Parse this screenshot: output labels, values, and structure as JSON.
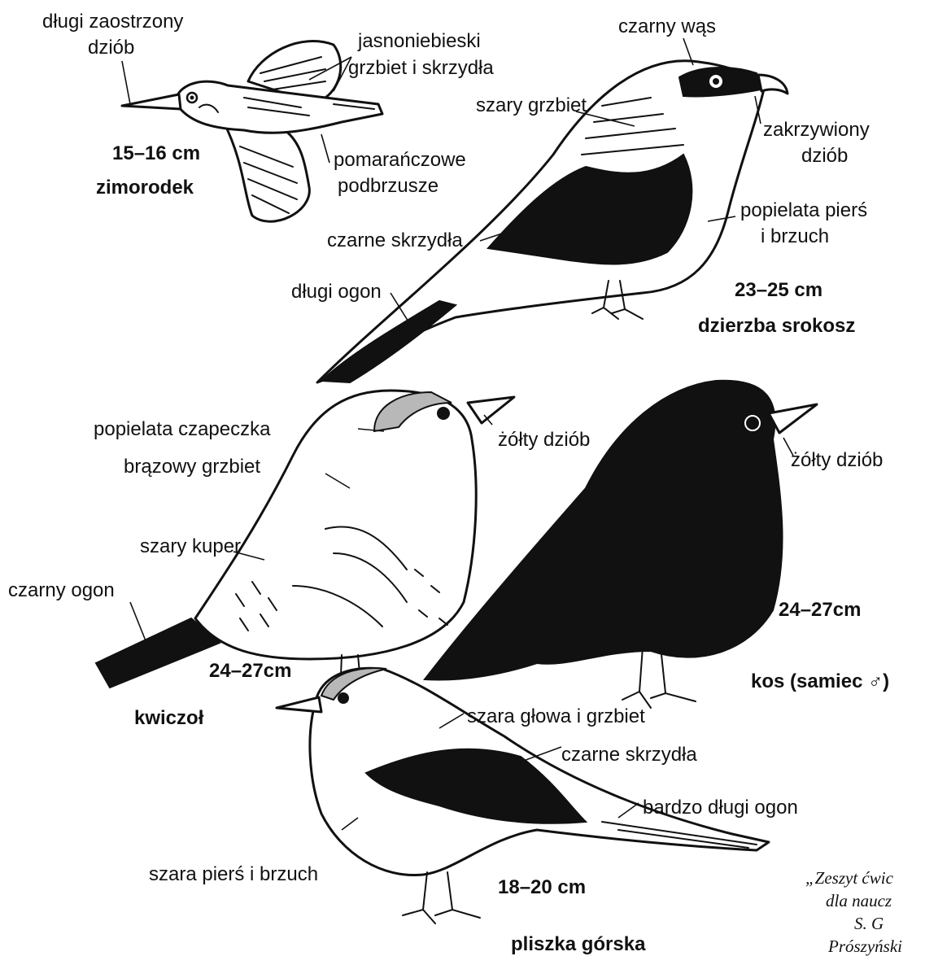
{
  "birds": {
    "kingfisher": {
      "name": "zimorodek",
      "size": "15–16 cm",
      "labels": {
        "beak_1": "długi zaostrzony",
        "beak_2": "dziób",
        "back_1": "jasnoniebieski",
        "back_2": "grzbiet i skrzydła",
        "belly_1": "pomarańczowe",
        "belly_2": "podbrzusze"
      }
    },
    "shrike": {
      "name": "dzierzba srokosz",
      "size": "23–25 cm",
      "labels": {
        "mask": "czarny wąs",
        "back": "szary grzbiet",
        "beak_1": "zakrzywiony",
        "beak_2": "dziób",
        "breast_1": "popielata pierś",
        "breast_2": "i brzuch",
        "wings": "czarne skrzydła",
        "tail": "długi ogon"
      }
    },
    "fieldfare": {
      "name": "kwiczoł",
      "size": "24–27cm",
      "labels": {
        "cap": "popielata czapeczka",
        "beak": "żółty dziób",
        "back": "brązowy grzbiet",
        "rump": "szary kuper",
        "tail": "czarny ogon"
      }
    },
    "blackbird": {
      "name": "kos (samiec ♂)",
      "size": "24–27cm",
      "labels": {
        "beak": "żółty dziób"
      }
    },
    "wagtail": {
      "name": "pliszka górska",
      "size": "18–20 cm",
      "labels": {
        "head": "szara głowa i grzbiet",
        "wings": "czarne skrzydła",
        "tail": "bardzo długi ogon",
        "breast": "szara pierś i brzuch"
      }
    }
  },
  "source": {
    "line_1": "„Zeszyt ćwic",
    "line_2": "dla naucz",
    "line_3": "S. G",
    "line_4": "Prószyński"
  }
}
